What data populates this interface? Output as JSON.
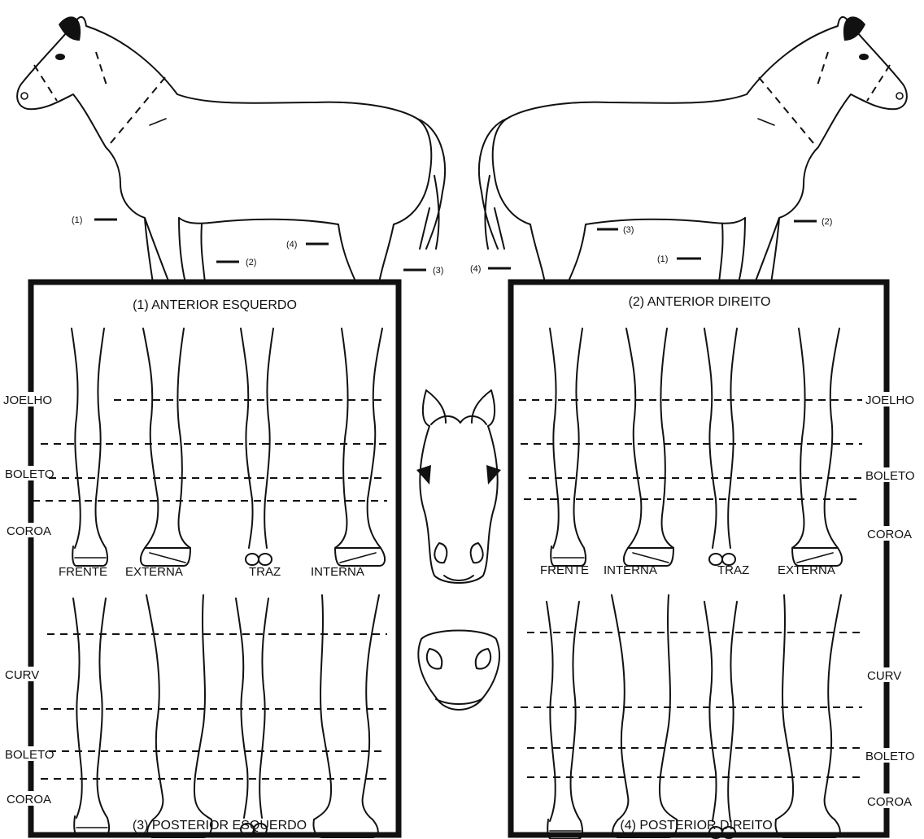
{
  "panels": {
    "front_left": {
      "title": "(1) ANTERIOR ESQUERDO"
    },
    "front_right": {
      "title": "(2) ANTERIOR DIREITO"
    },
    "hind_left": {
      "title": "(3) POSTERIOR ESQUERDO"
    },
    "hind_right": {
      "title": "(4) POSTERIOR DIREITO"
    }
  },
  "side_labels": {
    "left_front": [
      "JOELHO",
      "BOLETO",
      "COROA"
    ],
    "right_front": [
      "JOELHO",
      "BOLETO",
      "COROA"
    ],
    "left_hind": [
      "CURV",
      "BOLETO",
      "COROA"
    ],
    "right_hind": [
      "CURV",
      "BOLETO",
      "COROA"
    ]
  },
  "view_labels": {
    "left": [
      "FRENTE",
      "EXTERNA",
      "TRAZ",
      "INTERNA"
    ],
    "right": [
      "FRENTE",
      "INTERNA",
      "TRAZ",
      "EXTERNA"
    ]
  },
  "leg_pointers": {
    "left_horse": [
      "(1)",
      "(2)",
      "(4)",
      "(3)"
    ],
    "right_horse": [
      "(4)",
      "(3)",
      "(1)",
      "(2)"
    ]
  },
  "icons": [
    "horse-left-icon",
    "horse-right-icon",
    "horse-head-front-icon",
    "horse-muzzle-icon"
  ]
}
